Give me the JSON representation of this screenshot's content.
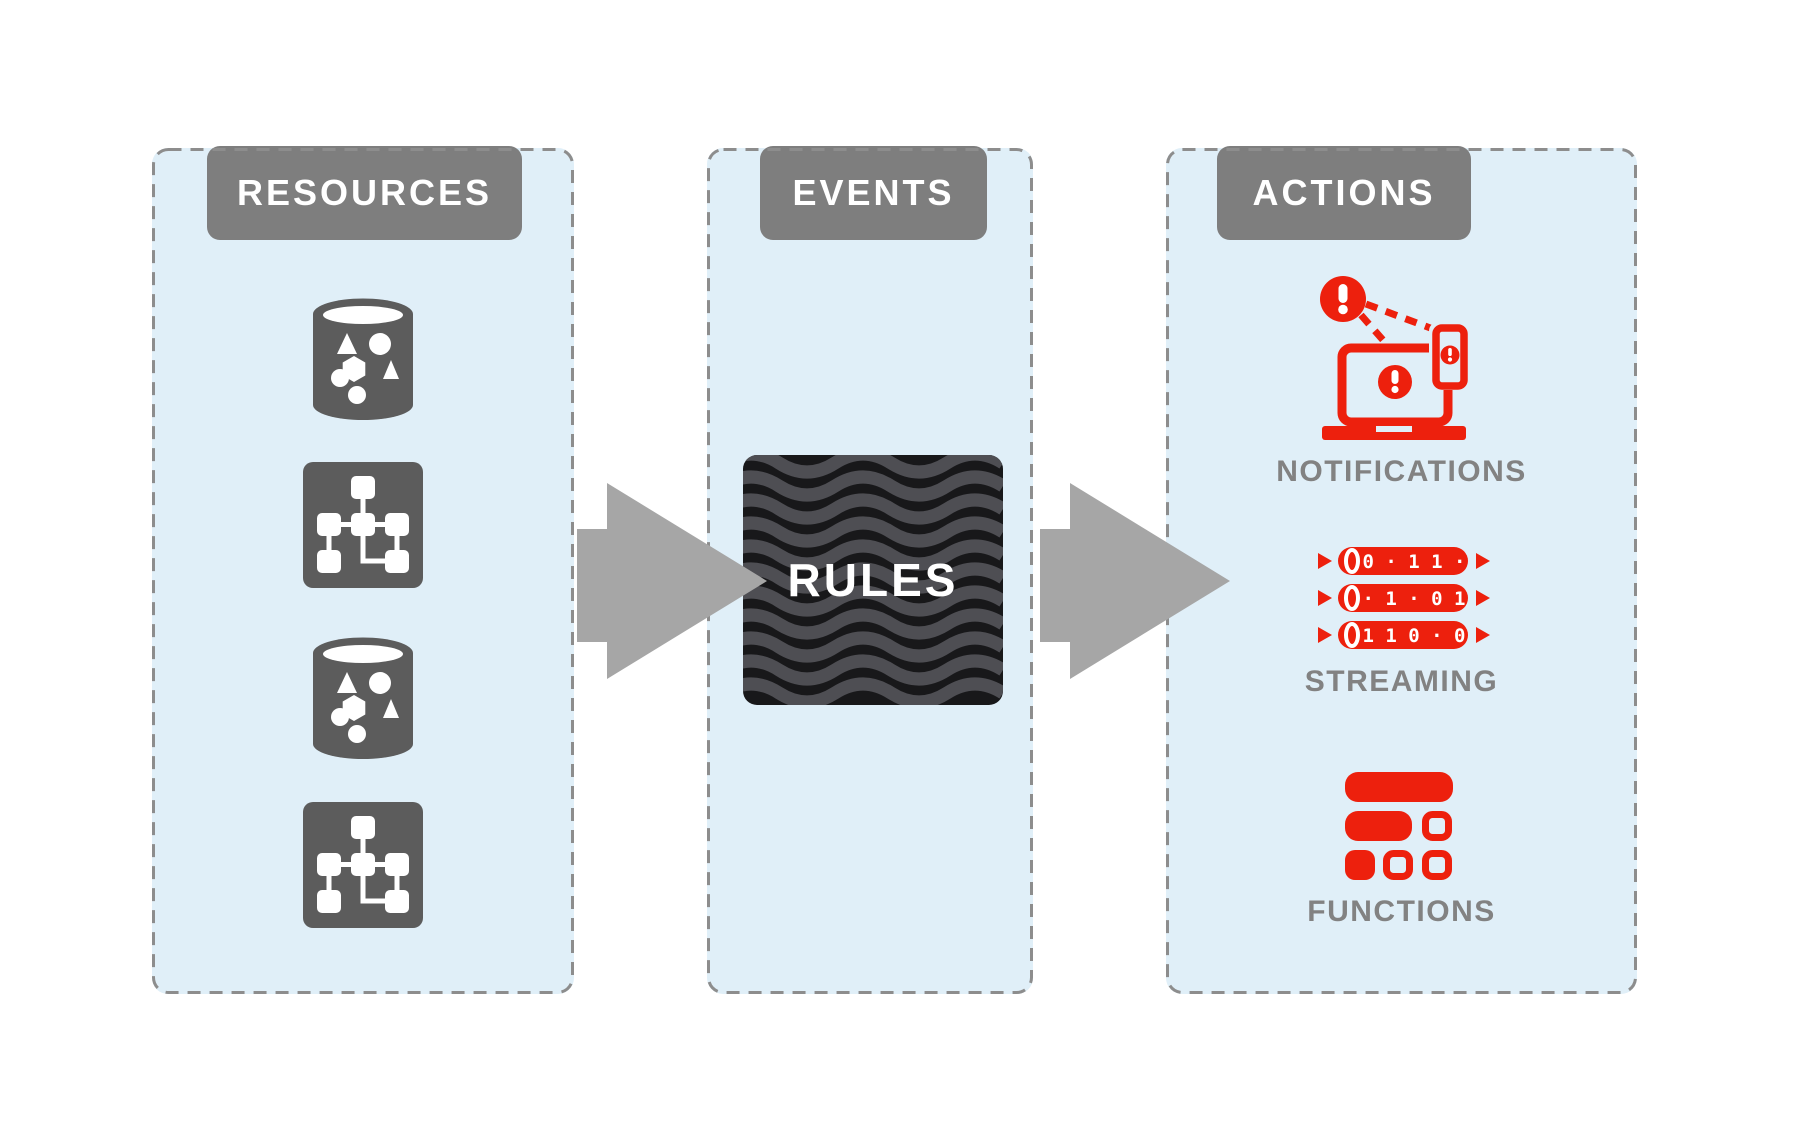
{
  "colors": {
    "panel-bg": "#e0eff8",
    "panel-border": "#8d8d8d",
    "header-bg": "#7e7e7e",
    "header-text": "#ffffff",
    "icon-gray": "#5c5c5c",
    "arrow-gray": "#a6a6a6",
    "label-gray": "#828282",
    "accent-red": "#ed200d",
    "rules-bg": "#18181a",
    "rules-wave": "#4e4e53"
  },
  "resources": {
    "title": "RESOURCES",
    "icons": [
      "database",
      "flowchart",
      "database",
      "flowchart"
    ]
  },
  "events": {
    "title": "EVENTS",
    "rules_label": "RULES"
  },
  "actions": {
    "title": "ACTIONS",
    "notifications": {
      "label": "NOTIFICATIONS"
    },
    "streaming": {
      "label": "STREAMING",
      "streams": [
        "0 · 1 1 ·",
        "· 1 · 0 1",
        "1 1 0 · 0"
      ]
    },
    "functions": {
      "label": "FUNCTIONS"
    }
  }
}
